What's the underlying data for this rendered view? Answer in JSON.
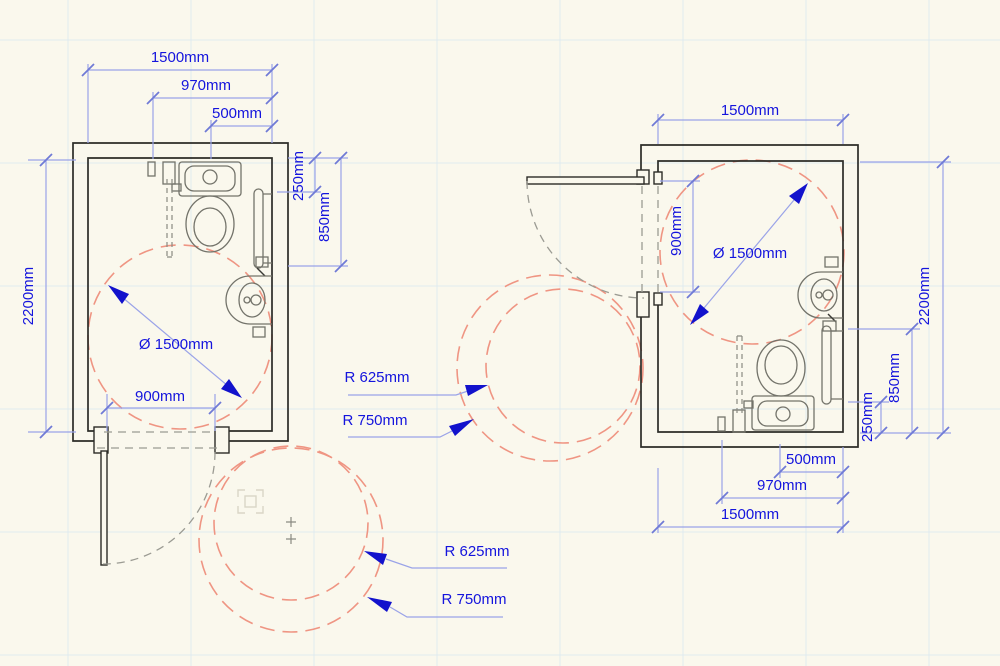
{
  "drawing": {
    "description": "Accessible WC cubicle plans with turning circles and door swing clearances",
    "background": "#faf8ed",
    "grid_color": "#e0ebf0",
    "colors": {
      "dimension_text": "#1414dd",
      "dimension_line": "#9aa3e8",
      "arrowhead": "#1212cc",
      "wall_line": "#2c2c27",
      "fixture_line": "#73736a",
      "clearance_circle": "#ef9583",
      "door_swing": "#9b9b93"
    }
  },
  "left_plan": {
    "dim_top_outer": "1500mm",
    "dim_top_mid": "970mm",
    "dim_top_inner": "500mm",
    "dim_left_height": "2200mm",
    "dim_right_upper": "250mm",
    "dim_right_lower": "850mm",
    "dim_turning_circle": "Ø 1500mm",
    "dim_door_width": "900mm"
  },
  "right_plan": {
    "dim_top": "1500mm",
    "dim_door_width": "900mm",
    "dim_turning_circle": "Ø 1500mm",
    "dim_right_height": "2200mm",
    "dim_right_mid": "850mm",
    "dim_right_lower": "250mm",
    "dim_bottom_inner": "500mm",
    "dim_bottom_mid": "970mm",
    "dim_bottom_outer": "1500mm"
  },
  "door_clearance_upper": {
    "r_inner": "R 625mm",
    "r_outer": "R 750mm"
  },
  "door_clearance_lower": {
    "r_inner": "R 625mm",
    "r_outer": "R 750mm"
  }
}
